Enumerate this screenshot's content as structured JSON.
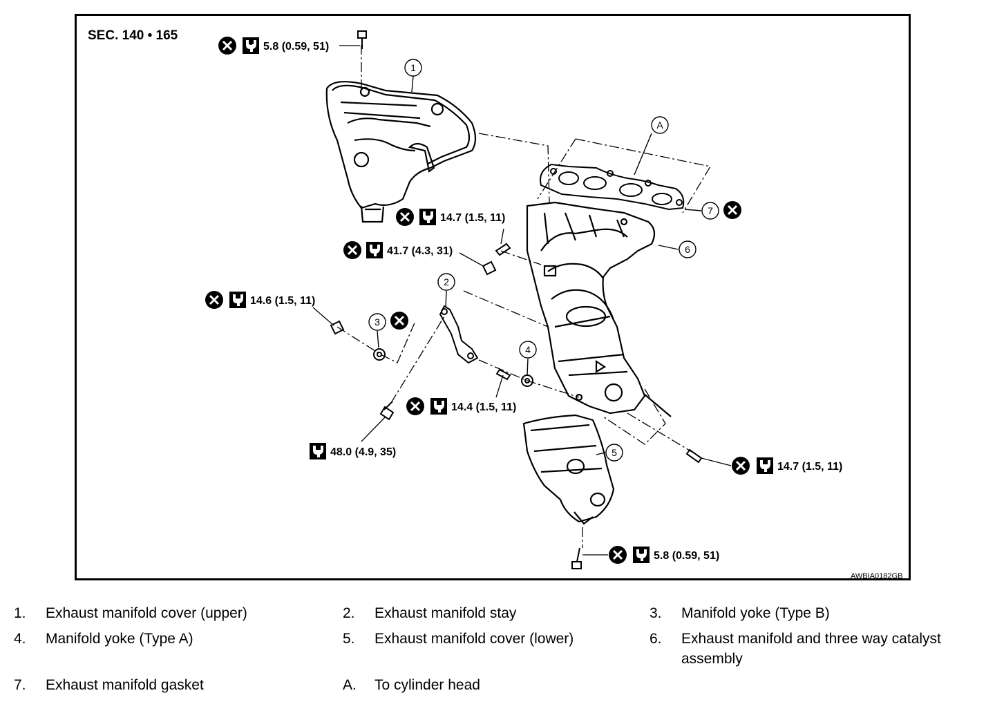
{
  "section_label": "SEC. 140 • 165",
  "figure_code": "AWBIA0182GB",
  "colors": {
    "ink": "#000000",
    "paper": "#ffffff"
  },
  "icons": {
    "replace": "replace-x-icon",
    "torque": "torque-wrench-icon",
    "torque_dark": "torque-wrench-filled-icon"
  },
  "callouts": {
    "c1": "1",
    "c2": "2",
    "c3": "3",
    "c4": "4",
    "c5": "5",
    "c6": "6",
    "c7": "7",
    "cA": "A"
  },
  "torques": {
    "t_top": "5.8 (0.59, 51)",
    "t_147a": "14.7 (1.5, 11)",
    "t_417": "41.7 (4.3, 31)",
    "t_146": "14.6 (1.5, 11)",
    "t_144": "14.4 (1.5, 11)",
    "t_480": "48.0 (4.9, 35)",
    "t_147b": "14.7 (1.5, 11)",
    "t_bottom": "5.8 (0.59, 51)"
  },
  "legend": [
    {
      "num": "1.",
      "text": "Exhaust manifold cover (upper)"
    },
    {
      "num": "2.",
      "text": "Exhaust manifold stay"
    },
    {
      "num": "3.",
      "text": "Manifold yoke (Type B)"
    },
    {
      "num": "4.",
      "text": "Manifold yoke (Type A)"
    },
    {
      "num": "5.",
      "text": "Exhaust manifold cover (lower)"
    },
    {
      "num": "6.",
      "text": "Exhaust manifold and three way catalyst"
    },
    {
      "num": "",
      "text": "assembly"
    },
    {
      "num": "7.",
      "text": "Exhaust manifold gasket"
    },
    {
      "num": "A.",
      "text": "To cylinder head"
    }
  ]
}
